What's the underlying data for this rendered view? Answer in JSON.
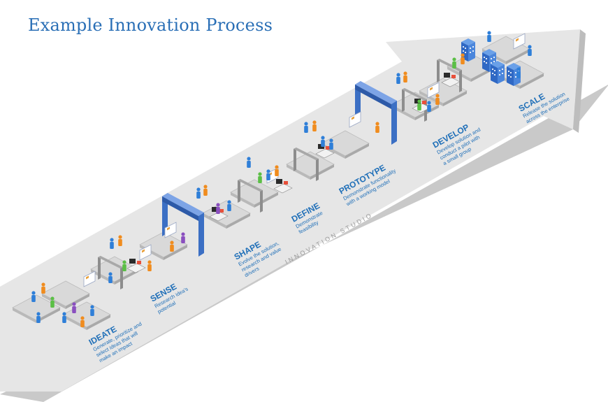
{
  "title": "Example Innovation Process",
  "studio_label": "INNOVATION STUDIO",
  "colors": {
    "title": "#2a6fb6",
    "label": "#1f6fb8",
    "arrow_top": "#e4e4e4",
    "arrow_side": "#c8c8c8",
    "gate": "#4b7fd0",
    "figure_orange": "#f08c1e",
    "figure_blue": "#2f7fd8",
    "figure_green": "#5bbf46",
    "figure_purple": "#8a4fbf"
  },
  "stages": [
    {
      "name": "IDEATE",
      "desc": [
        "Generate, prioritize and",
        "select ideas that will",
        "make an impact"
      ]
    },
    {
      "name": "SENSE",
      "desc": [
        "Research idea's",
        "potential"
      ]
    },
    {
      "name": "SHAPE",
      "desc": [
        "Evolve the solution,",
        "research and value",
        "drivers"
      ]
    },
    {
      "name": "DEFINE",
      "desc": [
        "Demonstrate",
        "feasibility"
      ]
    },
    {
      "name": "PROTOTYPE",
      "desc": [
        "Demonstrate functionality",
        "with a working model"
      ]
    },
    {
      "name": "DEVELOP",
      "desc": [
        "Develop solution and",
        "conduct a pilot with",
        "a small group"
      ]
    },
    {
      "name": "SCALE",
      "desc": [
        "Release the solution",
        "across the enterprise"
      ]
    }
  ]
}
